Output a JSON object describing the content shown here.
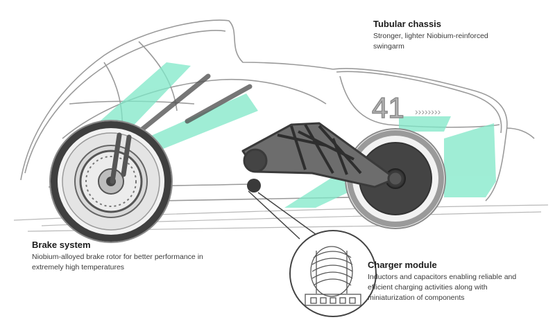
{
  "callouts": {
    "chassis": {
      "title": "Tubular chassis",
      "description": "Stronger, lighter Niobium-reinforced swingarm"
    },
    "brake": {
      "title": "Brake system",
      "description": "Niobium-alloyed brake rotor for better performance in extremely high temperatures"
    },
    "charger": {
      "title": "Charger module",
      "description": "Inductors and capacitors enabling reliable and efficient charging activities along with miniaturization of components"
    }
  },
  "vehicle": {
    "race_number": "41",
    "accent_color": "#7fe8c8",
    "sketch_color": "#9a9a9a",
    "part_color": "#3a3a3a"
  }
}
